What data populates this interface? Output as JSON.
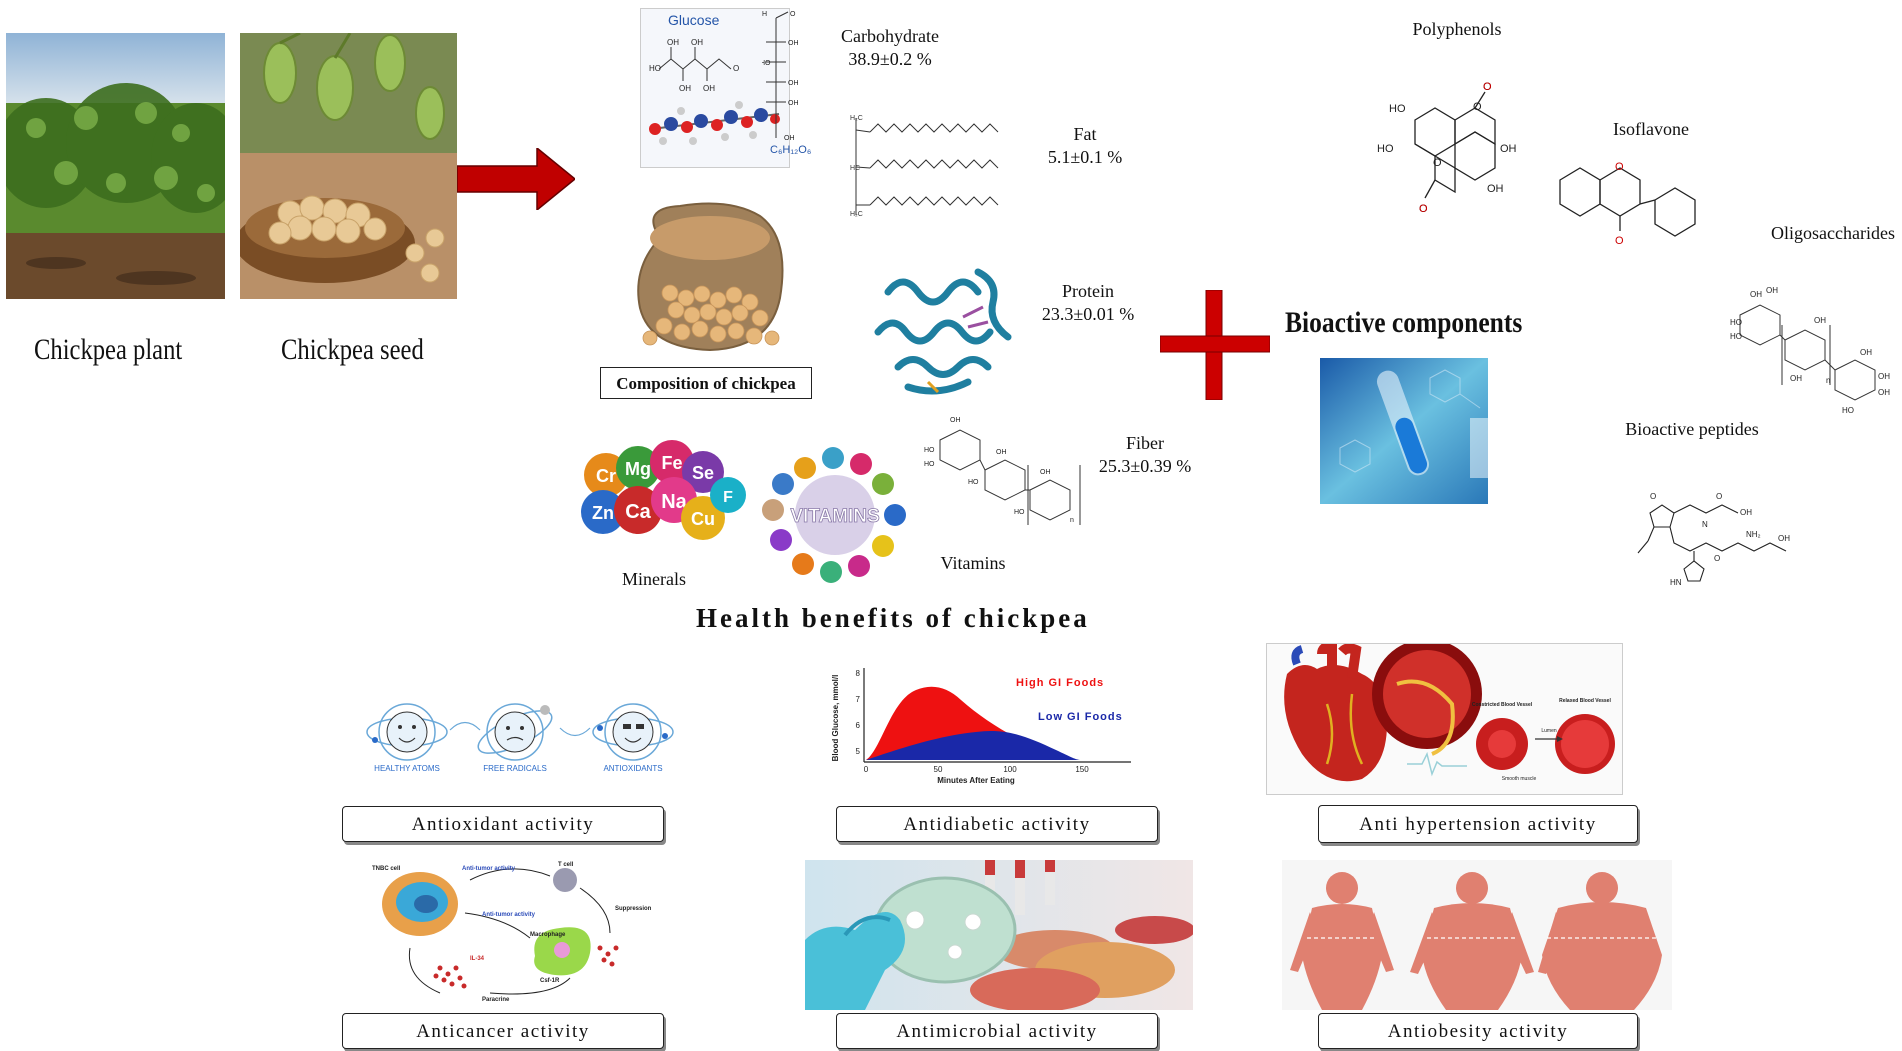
{
  "sources": {
    "plant_label": "Chickpea plant",
    "seed_label": "Chickpea seed"
  },
  "composition": {
    "box_label": "Composition of chickpea",
    "glucose_label": "Glucose",
    "glucose_formula": "C₆H₁₂O₆",
    "carbohydrate": {
      "name": "Carbohydrate",
      "value": "38.9±0.2 %"
    },
    "fat": {
      "name": "Fat",
      "value": "5.1±0.1 %"
    },
    "protein": {
      "name": "Protein",
      "value": "23.3±0.01 %"
    },
    "fiber": {
      "name": "Fiber",
      "value": "25.3±0.39 %"
    },
    "minerals_label": "Minerals",
    "vitamins_label": "Vitamins",
    "vitamins_center": "VITAMINS",
    "mineral_balls": [
      "Cr",
      "Mg",
      "Fe",
      "Se",
      "Zn",
      "Ca",
      "Na",
      "Cu",
      "F"
    ]
  },
  "bioactive": {
    "title": "Bioactive components",
    "polyphenols": "Polyphenols",
    "isoflavone": "Isoflavone",
    "oligosaccharides": "Oligosaccharides",
    "peptides": "Bioactive peptides"
  },
  "health": {
    "title": "Health benefits of chickpea",
    "antioxidant": "Antioxidant activity",
    "antidiabetic": "Antidiabetic activity",
    "antihypertension": "Anti hypertension activity",
    "anticancer": "Anticancer activity",
    "antimicrobial": "Antimicrobial activity",
    "antiobesity": "Antiobesity activity",
    "atoms": {
      "healthy": "HEALTHY ATOMS",
      "free": "FREE RADICALS",
      "antiox": "ANTIOXIDANTS"
    },
    "gi_chart": {
      "high": "High GI Foods",
      "low": "Low GI Foods",
      "xlabel": "Minutes After Eating",
      "ylabel": "Blood Glucose, mmol/l",
      "yticks": [
        "8",
        "7",
        "6",
        "5"
      ],
      "xticks": [
        "0",
        "50",
        "100",
        "150"
      ]
    },
    "cancer": {
      "tnbc": "TNBC cell",
      "tcell": "T cell",
      "antitumor1": "Anti-tumor activity",
      "antitumor2": "Anti-tumor activity",
      "suppression": "Suppression",
      "macrophage": "Macrophage",
      "csf": "Csf-1R",
      "paracrine": "Paracrine",
      "il34": "IL-34"
    },
    "vessel": {
      "constricted": "Constricted Blood Vessel",
      "relaxed": "Relaxed Blood Vessel",
      "lumen": "Lumen",
      "smooth": "Smooth muscle"
    }
  },
  "colors": {
    "arrow_red": "#c00000",
    "cross_red": "#cc0000",
    "protein_blue": "#1f7fa0"
  }
}
